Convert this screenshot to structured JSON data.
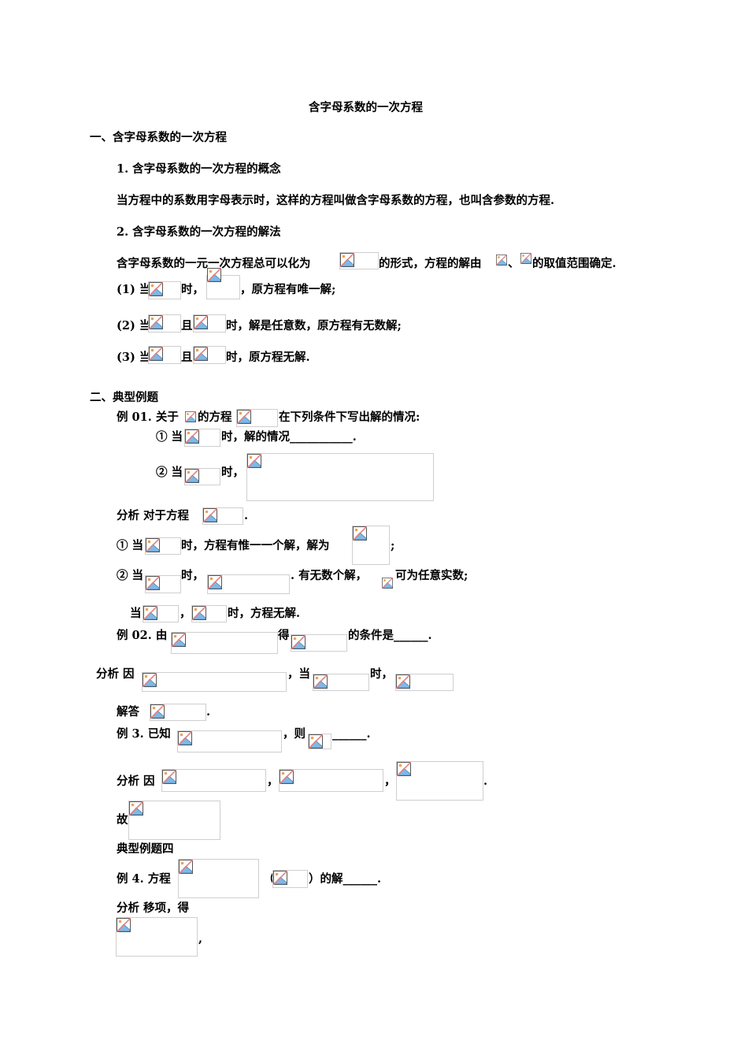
{
  "document": {
    "title": "含字母系数的一次方程",
    "section1": {
      "heading": "一、含字母系数的一次方程",
      "sub1_heading": "1. 含字母系数的一次方程的概念",
      "sub1_text": "当方程中的系数用字母表示时，这样的方程叫做含字母系数的方程，也叫含参数的方程.",
      "sub2_heading": "2. 含字母系数的一次方程的解法",
      "sub2_text_a": "含字母系数的一元一次方程总可以化为",
      "sub2_text_b": "的形式，方程的解由",
      "sub2_text_c": "、",
      "sub2_text_d": "的取值范围确定.",
      "case1_a": "(1) 当",
      "case1_b": "时，",
      "case1_c": "，原方程有唯一解;",
      "case2_a": "(2) 当",
      "case2_b": "且",
      "case2_c": "时，解是任意数，原方程有无数解;",
      "case3_a": "(3) 当",
      "case3_b": "且",
      "case3_c": "时，原方程无解."
    },
    "section2": {
      "heading": "二、典型例题",
      "ex1_a": "例 01. 关于",
      "ex1_b": "的方程",
      "ex1_c": "在下列条件下写出解的情况:",
      "ex1_q1_a": "① 当",
      "ex1_q1_b": "时，解的情况___________.",
      "ex1_q2_a": "② 当",
      "ex1_q2_b": "时，",
      "ana1_a": "分析 对于方程",
      "ana1_b": ".",
      "ana1_c1_a": "① 当",
      "ana1_c1_b": "时，方程有惟一一个解，解为",
      "ana1_c1_c": ";",
      "ana1_c2_a": "② 当",
      "ana1_c2_b": "时，",
      "ana1_c2_c": ". 有无数个解，",
      "ana1_c2_d": "可为任意实数;",
      "ana1_c3_a": "当",
      "ana1_c3_b": "，",
      "ana1_c3_c": "时，方程无解.",
      "ex2_a": "例 02. 由",
      "ex2_b": "得",
      "ex2_c": "的条件是______.",
      "ana2_a": "分析 因",
      "ana2_b": "，当",
      "ana2_c": "时，",
      "ans2_a": "解答",
      "ans2_b": ".",
      "ex3_a": "例 3. 已知",
      "ex3_b": "，则",
      "ex3_c": "______.",
      "ana3_a": "分析 因",
      "ana3_b": "，",
      "ana3_c": "，",
      "ana3_d": ".",
      "ana3_e": "故",
      "heading4": "典型例题四",
      "ex4_a": "例 4. 方程",
      "ex4_b": "（",
      "ex4_c": "）的解______.",
      "ana4_a": "分析 移项，得",
      "ana4_b": ","
    }
  },
  "icons": {
    "formula_image": "broken-image-icon"
  },
  "colors": {
    "text": "#000000",
    "image_border": "#cfcfcf",
    "icon_sky": "#7fb8e6",
    "icon_slash": "#e08080",
    "icon_sun": "#f0a050"
  }
}
